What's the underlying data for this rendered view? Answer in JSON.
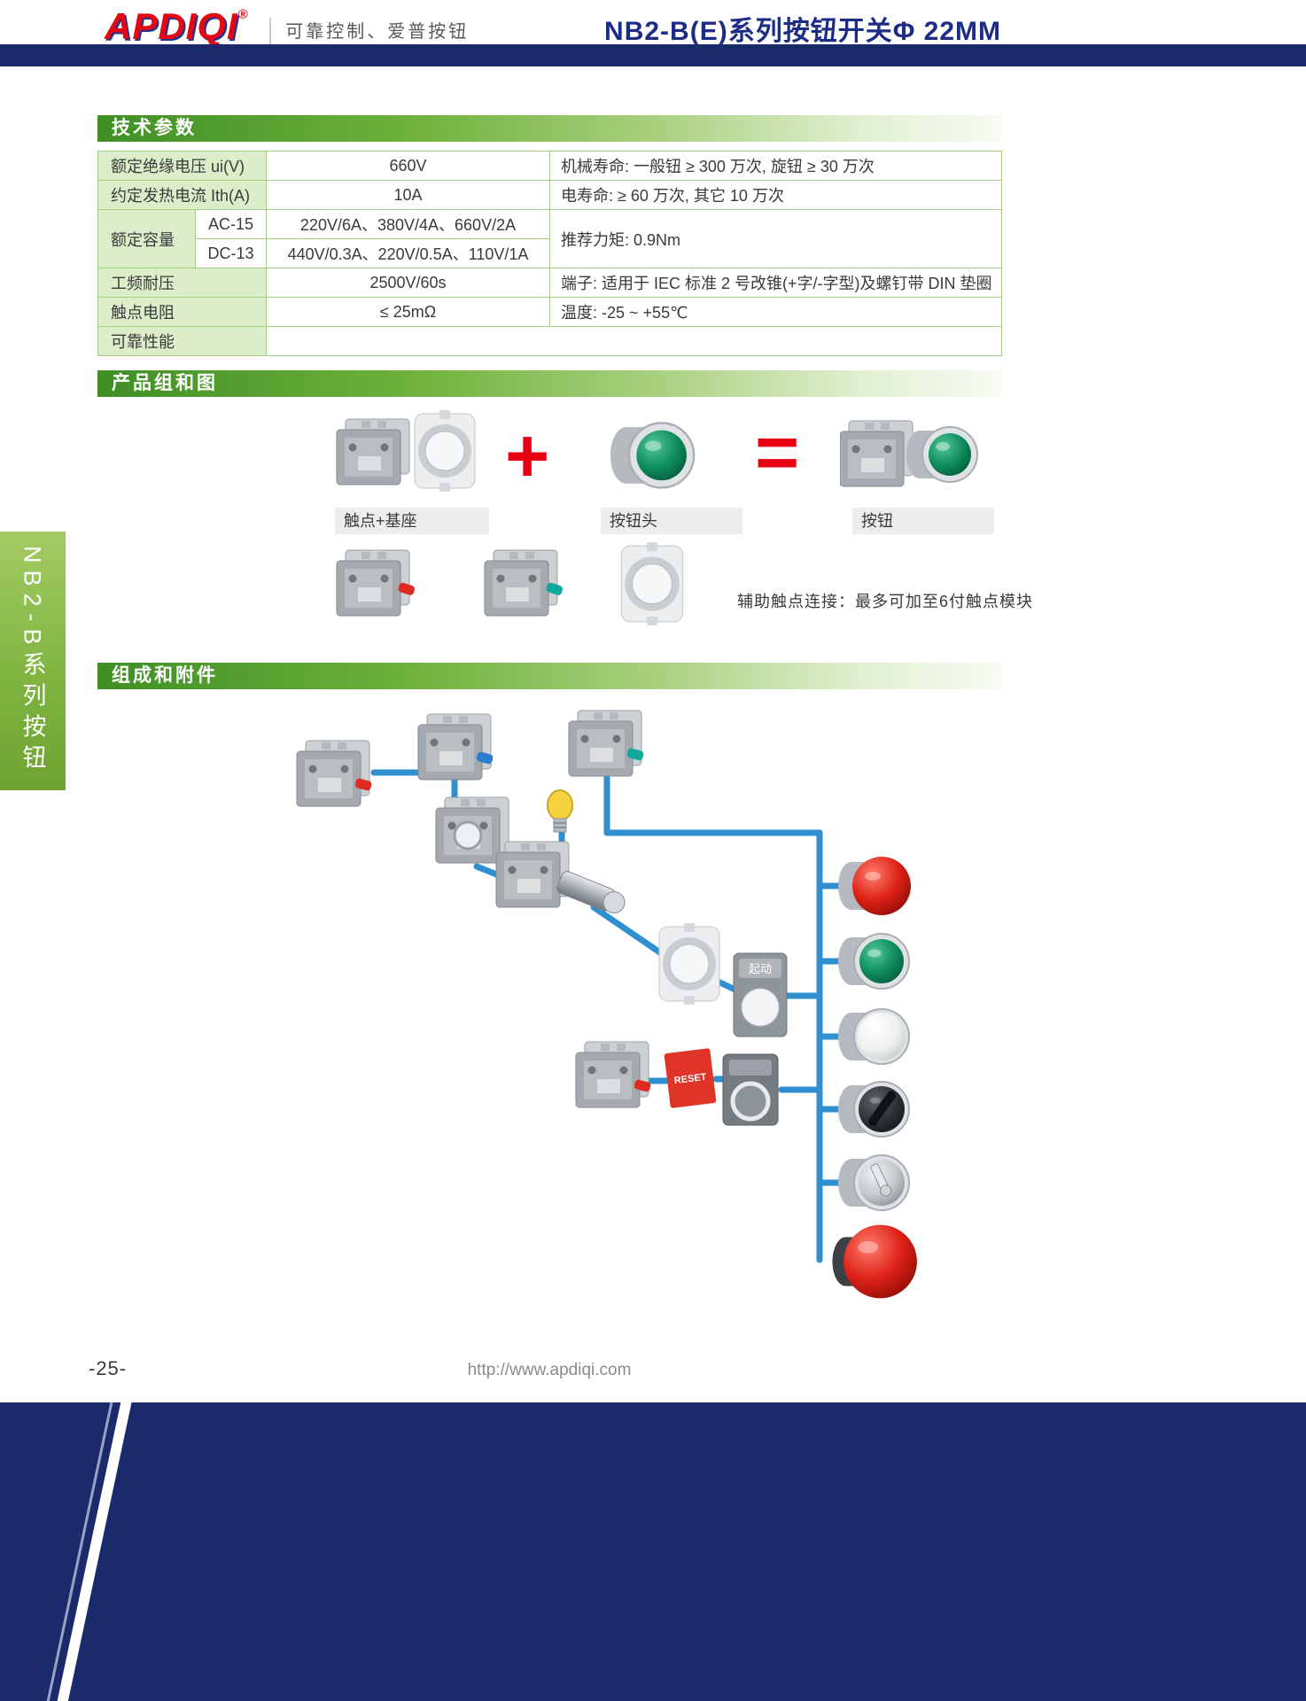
{
  "header": {
    "logo_text": "APDIQI",
    "registered_mark": "®",
    "tagline": "可靠控制、爱普按钮",
    "title": "NB2-B(E)系列按钮开关Φ 22MM"
  },
  "sidebar": {
    "vertical_label": "NB2-B系列按钮"
  },
  "sections": {
    "tech_params": "技术参数",
    "product_combo": "产品组和图",
    "components": "组成和附件"
  },
  "tech_table": {
    "r1": {
      "label": "额定绝缘电压 ui(V)",
      "value": "660V",
      "note": "机械寿命: 一般钮 ≥ 300 万次, 旋钮 ≥ 30 万次"
    },
    "r2": {
      "label": "约定发热电流 Ith(A)",
      "value": "10A",
      "note": "电寿命: ≥ 60 万次, 其它 10 万次"
    },
    "r3": {
      "label": "额定容量",
      "ac_label": "AC-15",
      "ac_value": "220V/6A、380V/4A、660V/2A",
      "dc_label": "DC-13",
      "dc_value": "440V/0.3A、220V/0.5A、110V/1A",
      "note": "推荐力矩: 0.9Nm"
    },
    "r5": {
      "label": "工频耐压",
      "value": "2500V/60s",
      "note": "端子: 适用于 IEC 标准 2 号改锥(+字/-字型)及螺钉带 DIN 垫圈"
    },
    "r6": {
      "label": "触点电阻",
      "value": "≤ 25mΩ",
      "note": "温度: -25 ~ +55℃"
    },
    "r7": {
      "label": "可靠性能",
      "value": ""
    }
  },
  "combo": {
    "plus": "+",
    "equals": "=",
    "label_contact_base": "触点+基座",
    "label_button_head": "按钮头",
    "label_button": "按钮",
    "aux_note": "辅助触点连接：最多可加至6付触点模块"
  },
  "diagram": {
    "start_label": "起动",
    "reset_label": "RESET"
  },
  "footer": {
    "page_number": "-25-",
    "url": "http://www.apdiqi.com"
  },
  "colors": {
    "navy": "#1b2a6b",
    "green_bar": "#5ba632",
    "accent_red": "#e60012"
  }
}
